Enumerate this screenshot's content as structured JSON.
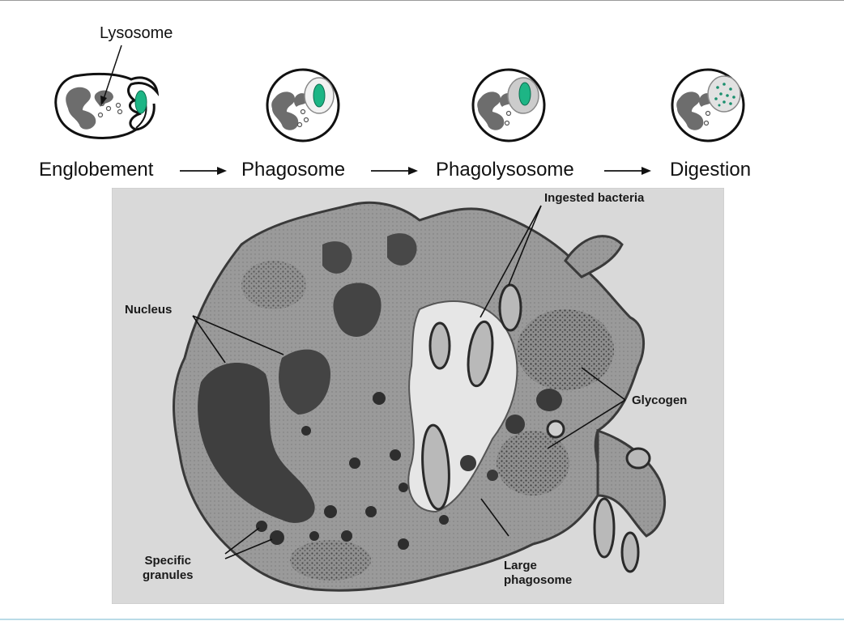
{
  "diagram": {
    "lysosome_label": "Lysosome",
    "stages": [
      {
        "label": "Englobement",
        "icon": "engulfing-cell-icon"
      },
      {
        "label": "Phagosome",
        "icon": "phagosome-cell-icon"
      },
      {
        "label": "Phagolysosome",
        "icon": "phagolysosome-cell-icon"
      },
      {
        "label": "Digestion",
        "icon": "digestion-cell-icon"
      }
    ],
    "colors": {
      "bacteria": "#1db585",
      "nucleus": "#6d6d6d",
      "outline": "#111111"
    }
  },
  "micrograph": {
    "labels": {
      "ingested_bacteria": "Ingested bacteria",
      "nucleus": "Nucleus",
      "glycogen": "Glycogen",
      "specific_granules_line1": "Specific",
      "specific_granules_line2": "granules",
      "large_phagosome_line1": "Large",
      "large_phagosome_line2": "phagosome"
    }
  }
}
